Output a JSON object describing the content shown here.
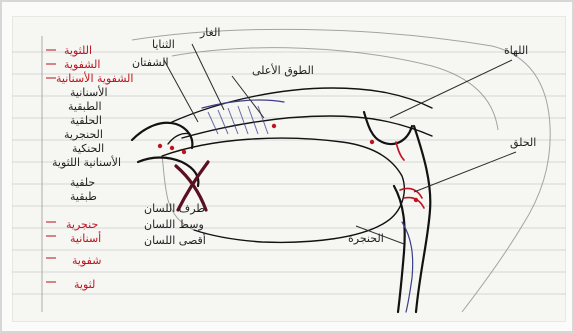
{
  "labels": {
    "top_center": "الغار",
    "top_small": "الثنايا",
    "left_top": "الشفتان",
    "mid_label": "الطوق الأعلى",
    "right_top": "اللهاة",
    "right_mid": "الحلق",
    "bottom_mid": "الحنجرة",
    "left_list": [
      "اللثوية",
      "الشفوية",
      "الشفوية الأسنانية",
      "الأسنانية",
      "الطبقية",
      "الحلقية",
      "الحنجرية",
      "الحنكية",
      "الأسنانية اللثوية",
      "حلقية",
      "طبقية",
      "حنجرية",
      "أسنانية",
      "شفوية",
      "لثوية"
    ],
    "tongue_labels": [
      "طرف اللسان",
      "وسط اللسان",
      "أقصى اللسان"
    ]
  },
  "colors": {
    "ink": "#121212",
    "red": "#c1121f",
    "blue": "#3b3f88",
    "maroon": "#5a1020",
    "paper": "#f6f6f3",
    "grid": "#c8c8c8"
  }
}
